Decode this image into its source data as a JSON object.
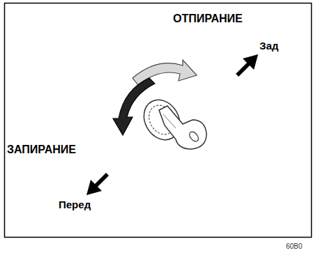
{
  "diagram": {
    "labels": [
      "ОТПИРАНИЕ",
      "Зад",
      "ЗАПИРАНИЕ",
      "Перед",
      "60B0"
    ]
  }
}
